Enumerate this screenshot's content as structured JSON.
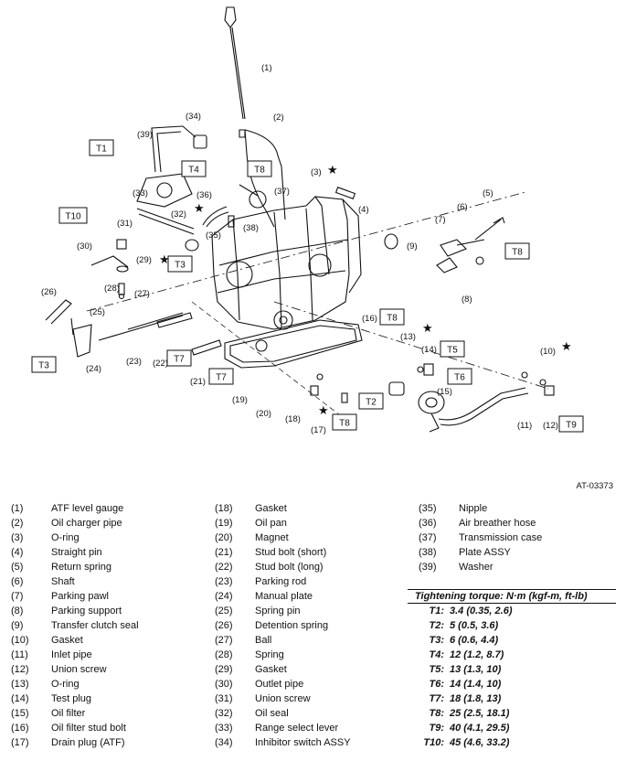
{
  "figure_id": "AT-03373",
  "callouts": [
    "(1)",
    "(2)",
    "(3)",
    "(4)",
    "(5)",
    "(6)",
    "(7)",
    "(8)",
    "(9)",
    "(10)",
    "(11)",
    "(12)",
    "(13)",
    "(14)",
    "(15)",
    "(16)",
    "(17)",
    "(18)",
    "(19)",
    "(20)",
    "(21)",
    "(22)",
    "(23)",
    "(24)",
    "(25)",
    "(26)",
    "(27)",
    "(28)",
    "(29)",
    "(30)",
    "(31)",
    "(32)",
    "(33)",
    "(34)",
    "(35)",
    "(36)",
    "(37)",
    "(38)",
    "(39)"
  ],
  "torque_tags": [
    "T1",
    "T2",
    "T3",
    "T4",
    "T5",
    "T6",
    "T7",
    "T8",
    "T9",
    "T10"
  ],
  "star_symbol": "★",
  "parts": [
    {
      "num": "(1)",
      "name": "ATF level gauge"
    },
    {
      "num": "(2)",
      "name": "Oil charger pipe"
    },
    {
      "num": "(3)",
      "name": "O-ring"
    },
    {
      "num": "(4)",
      "name": "Straight pin"
    },
    {
      "num": "(5)",
      "name": "Return spring"
    },
    {
      "num": "(6)",
      "name": "Shaft"
    },
    {
      "num": "(7)",
      "name": "Parking pawl"
    },
    {
      "num": "(8)",
      "name": "Parking support"
    },
    {
      "num": "(9)",
      "name": "Transfer clutch seal"
    },
    {
      "num": "(10)",
      "name": "Gasket"
    },
    {
      "num": "(11)",
      "name": "Inlet pipe"
    },
    {
      "num": "(12)",
      "name": "Union screw"
    },
    {
      "num": "(13)",
      "name": "O-ring"
    },
    {
      "num": "(14)",
      "name": "Test plug"
    },
    {
      "num": "(15)",
      "name": "Oil filter"
    },
    {
      "num": "(16)",
      "name": "Oil filter stud bolt"
    },
    {
      "num": "(17)",
      "name": "Drain plug (ATF)"
    },
    {
      "num": "(18)",
      "name": "Gasket"
    },
    {
      "num": "(19)",
      "name": "Oil pan"
    },
    {
      "num": "(20)",
      "name": "Magnet"
    },
    {
      "num": "(21)",
      "name": "Stud bolt (short)"
    },
    {
      "num": "(22)",
      "name": "Stud bolt (long)"
    },
    {
      "num": "(23)",
      "name": "Parking rod"
    },
    {
      "num": "(24)",
      "name": "Manual plate"
    },
    {
      "num": "(25)",
      "name": "Spring pin"
    },
    {
      "num": "(26)",
      "name": "Detention spring"
    },
    {
      "num": "(27)",
      "name": "Ball"
    },
    {
      "num": "(28)",
      "name": "Spring"
    },
    {
      "num": "(29)",
      "name": "Gasket"
    },
    {
      "num": "(30)",
      "name": "Outlet pipe"
    },
    {
      "num": "(31)",
      "name": "Union screw"
    },
    {
      "num": "(32)",
      "name": "Oil seal"
    },
    {
      "num": "(33)",
      "name": "Range select lever"
    },
    {
      "num": "(34)",
      "name": "Inhibitor switch ASSY"
    },
    {
      "num": "(35)",
      "name": "Nipple"
    },
    {
      "num": "(36)",
      "name": "Air breather hose"
    },
    {
      "num": "(37)",
      "name": "Transmission case"
    },
    {
      "num": "(38)",
      "name": "Plate ASSY"
    },
    {
      "num": "(39)",
      "name": "Washer"
    }
  ],
  "torque": {
    "title": "Tightening torque: N·m (kgf-m, ft-lb)",
    "rows": [
      {
        "key": "T1:",
        "value": "3.4 (0.35, 2.6)"
      },
      {
        "key": "T2:",
        "value": "5 (0.5, 3.6)"
      },
      {
        "key": "T3:",
        "value": "6 (0.6, 4.4)"
      },
      {
        "key": "T4:",
        "value": "12 (1.2, 8.7)"
      },
      {
        "key": "T5:",
        "value": "13 (1.3, 10)"
      },
      {
        "key": "T6:",
        "value": "14 (1.4, 10)"
      },
      {
        "key": "T7:",
        "value": "18 (1.8, 13)"
      },
      {
        "key": "T8:",
        "value": "25 (2.5, 18.1)"
      },
      {
        "key": "T9:",
        "value": "40 (4.1, 29.5)"
      },
      {
        "key": "T10:",
        "value": "45 (4.6, 33.2)"
      }
    ]
  }
}
